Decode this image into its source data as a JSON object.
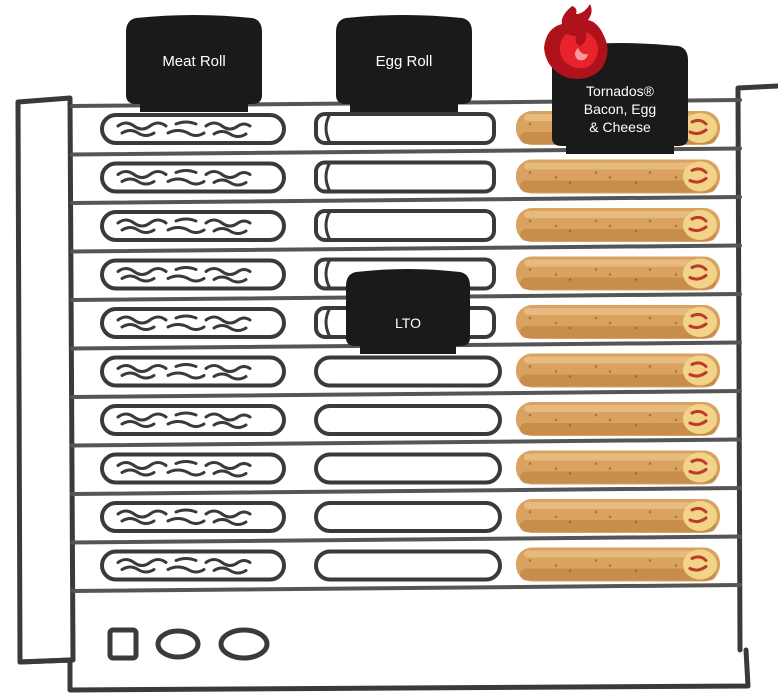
{
  "labels": {
    "meat_roll": "Meat Roll",
    "egg_roll": "Egg Roll",
    "tornados_line1": "Tornados®",
    "tornados_line2": "Bacon, Egg",
    "tornados_line3": "& Cheese",
    "lto": "LTO"
  },
  "columns": [
    {
      "name": "Meat Roll",
      "item": "meat-roll"
    },
    {
      "name": "Egg Roll",
      "item": "egg-roll"
    },
    {
      "name": "Tornados Bacon, Egg & Cheese",
      "item": "tornado"
    }
  ],
  "row_count": 10,
  "colors": {
    "stroke": "#3a3a3a",
    "rail": "#555555",
    "tag": "#1a1a1a",
    "tornado_shell": "#d9a261",
    "tornado_shadow": "#b97c3d",
    "tornado_fill": "#f1d488",
    "bacon": "#c0392b",
    "flame_dark": "#b0121b",
    "flame_light": "#e8232b"
  },
  "icons": [
    "flame-icon",
    "square-knob-icon",
    "oval-knob-icon"
  ]
}
